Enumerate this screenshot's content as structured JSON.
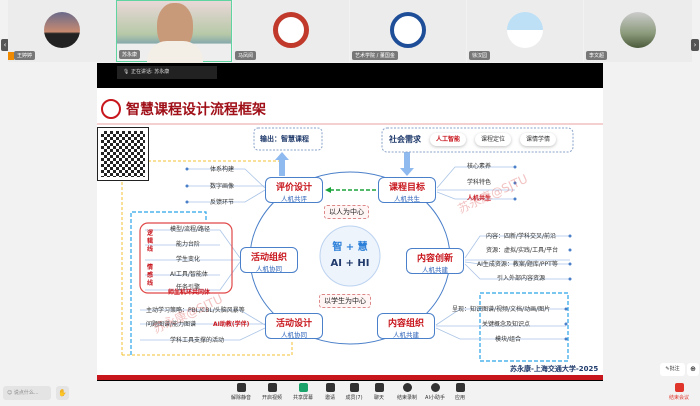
{
  "participants": [
    {
      "name": "王婷婷",
      "avatar_color": "#3b3350"
    },
    {
      "name": "苏永康",
      "avatar_color": "#6a8a6a"
    },
    {
      "name": "马凤阅",
      "avatar_color": "#c0392b"
    },
    {
      "name": "艺术学院 / 董国金",
      "avatar_color": "#1f4e99"
    },
    {
      "name": "徐汉园",
      "avatar_color": "#bde0f7"
    },
    {
      "name": "李文超",
      "avatar_color": "#6b7a6b"
    }
  ],
  "speaking": {
    "label": "正在讲话:",
    "name": "苏永康"
  },
  "slide": {
    "title": "智慧课程设计流程框架",
    "output_box": "输出：智慧课程",
    "social": {
      "label": "社会需求",
      "pills": [
        "人工智能",
        "课程定位",
        "课情学情"
      ]
    },
    "center": {
      "top": "智 + 慧",
      "bottom": "AI + HI",
      "upper_tag": "以人为中心",
      "lower_tag": "以学生为中心"
    },
    "nodes": {
      "eval": {
        "title": "评价设计",
        "sub": "人机共评"
      },
      "goal": {
        "title": "课程目标",
        "sub": "人机共生"
      },
      "act_org": {
        "title": "活动组织",
        "sub": "人机协同"
      },
      "innov": {
        "title": "内容创新",
        "sub": "人机共建"
      },
      "act_design": {
        "title": "活动设计",
        "sub": "人机协同"
      },
      "content_org": {
        "title": "内容组织",
        "sub": "人机共建"
      }
    },
    "eval_items": [
      "体系构建",
      "数字画像",
      "反馈环节"
    ],
    "goal_items": [
      "核心素养",
      "学科特色",
      "人机共生"
    ],
    "org_items": [
      "模型/流程/路径",
      "能力台阶",
      "学生变化",
      "AI工具/智能体",
      "任务引擎",
      "师生机环共同体"
    ],
    "org_side": {
      "logic": "逻辑线",
      "emotion": "情感线"
    },
    "design_items": [
      "主动学习策略：PBL/CBL/头脑风暴等",
      "问题图谱/能力图谱",
      "AI助教(学伴)",
      "学科工具支撑的活动"
    ],
    "innov_items": [
      "内容：四新/学科交叉/前沿",
      "资源：虚拟/实践/工具/平台",
      "AI生成资源：教案/题库/PPT等",
      "引入外部内容资源"
    ],
    "content_org_items": [
      "呈现：知识图谱/视频/文档/动画/图片",
      "关键概念及知识点",
      "模块/组合"
    ],
    "watermark": "苏永康@SJTU",
    "footer": "苏永康-上海交通大学-2025"
  },
  "side_buttons": {
    "annotate": "批注"
  },
  "chat_input": {
    "placeholder": "说点什么..."
  },
  "toolbar": [
    "解除静音",
    "开启视频",
    "共享屏幕",
    "邀请",
    "成员(7)",
    "聊天",
    "结束录制",
    "AI小助手",
    "应用"
  ],
  "end_button": "结束会议",
  "colors": {
    "accent_red": "#c8161d",
    "node_blue": "#4a7fc9",
    "active_speaker": "#5fd3a0"
  }
}
